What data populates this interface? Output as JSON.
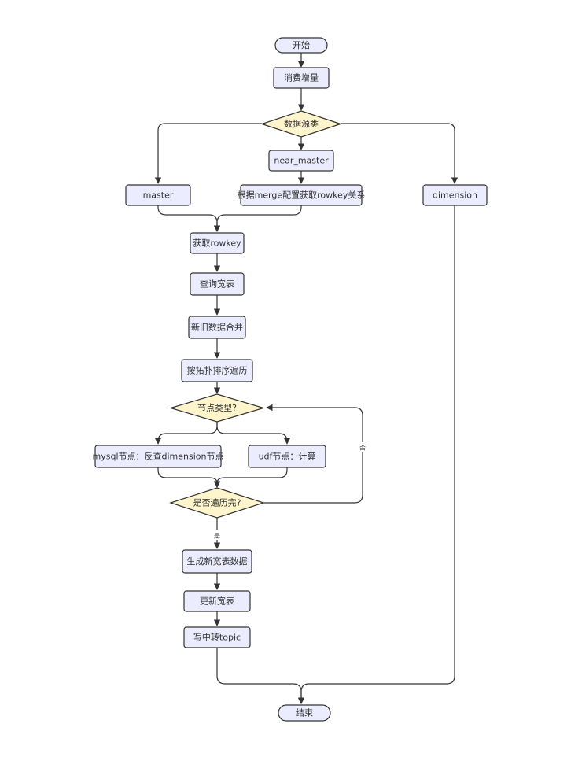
{
  "nodes": {
    "start": "开始",
    "consume": "消费增量",
    "datasource": "数据源类",
    "near_master": "near_master",
    "master": "master",
    "merge_rowkey": "根据merge配置获取rowkey关系",
    "dimension": "dimension",
    "get_rowkey": "获取rowkey",
    "query_wide": "查询宽表",
    "merge_data": "新旧数据合并",
    "topo_traverse": "按拓扑排序遍历",
    "node_type": "节点类型?",
    "mysql_node": "mysql节点：反查dimension节点",
    "udf_node": "udf节点：计算",
    "traverse_done": "是否遍历完?",
    "gen_wide": "生成新宽表数据",
    "update_wide": "更新宽表",
    "write_topic": "写中转topic",
    "end": "结束"
  },
  "edge_labels": {
    "yes": "是",
    "no": "否"
  },
  "colors": {
    "process_fill": "#ECECFF",
    "decision_fill": "#FFF5CC",
    "stroke": "#333333"
  }
}
